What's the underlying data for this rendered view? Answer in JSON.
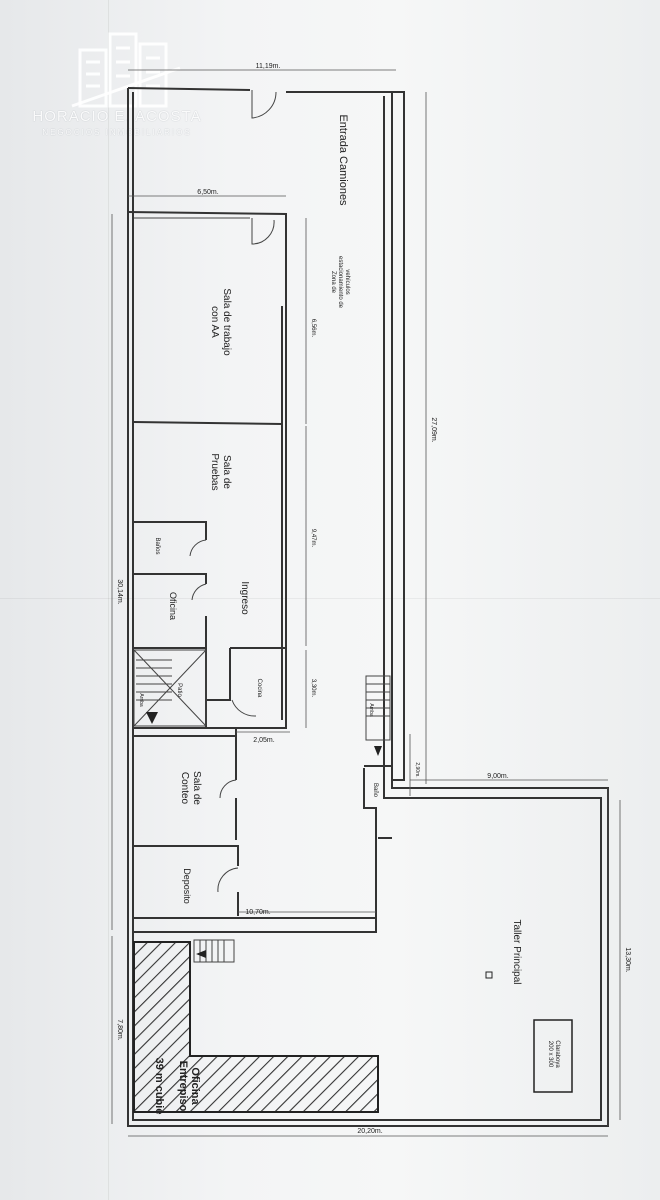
{
  "watermark": {
    "name": "HORACIO E. ACOSTA",
    "tagline": "NEGOCIOS INMOBILIARIOS"
  },
  "rooms": {
    "entrada": "Entrada Camiones",
    "zona_1": "Zona de",
    "zona_2": "estacionamiento de",
    "zona_3": "vehículos",
    "trabajo_1": "Sala de trabajo",
    "trabajo_2": "con AA",
    "pruebas_1": "Sala de",
    "pruebas_2": "Pruebas",
    "banos": "Baños",
    "oficina": "Oficina",
    "ingreso": "Ingreso",
    "cocina": "Cocina",
    "patio": "Patio",
    "arriba_1": "Arriba",
    "arriba_2": "Arriba",
    "conteo_1": "Sala de",
    "conteo_2": "Conteo",
    "deposito": "Deposito",
    "bano": "Baño",
    "taller": "Taller Principal",
    "claraboya_1": "Claraboya",
    "claraboya_2": "200 x 300",
    "oficina_entrepiso_1": "Oficina",
    "oficina_entrepiso_2": "Entrepiso",
    "oficina_entrepiso_3": "39 m cubie"
  },
  "dimensions": {
    "d_11_19": "11,19m.",
    "d_6_50": "6,50m.",
    "d_6_56": "6,56m.",
    "d_9_47": "9,47m.",
    "d_3_30": "3,30m.",
    "d_2_05": "2,05m.",
    "d_27_09": "27,09m.",
    "d_30_14": "30,14m.",
    "d_2_90": "2,90m.",
    "d_9_00": "9,00m.",
    "d_13_30": "13,30m.",
    "d_10_70": "10,70m.",
    "d_7_80": "7,80m.",
    "d_20_20": "20,20m."
  }
}
